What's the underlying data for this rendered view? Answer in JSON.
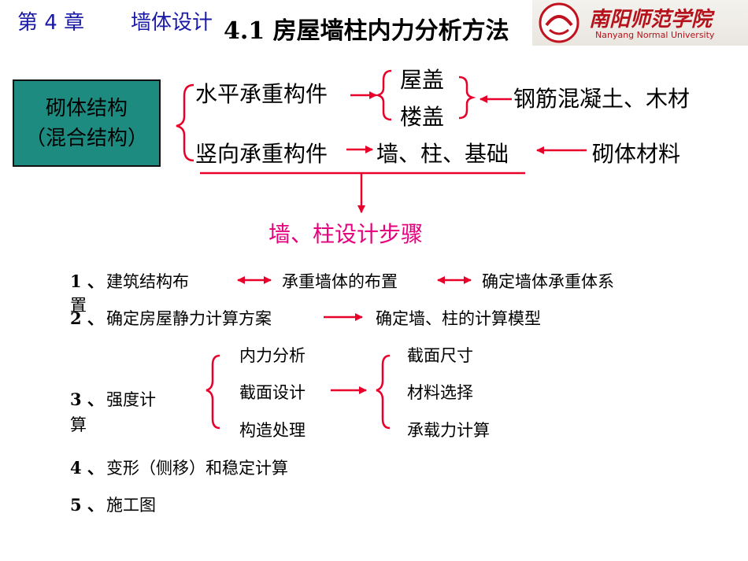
{
  "header": {
    "chapter": "第 4 章",
    "chapter_title": "墙体设计",
    "section_title": "4.1  房屋墙柱内力分析方法",
    "logo_text": "南阳师范学院",
    "logo_subtext": "Nanyang Normal University"
  },
  "diagram": {
    "box_line1": "砌体结构",
    "box_line2": "（混合结构）",
    "horizontal": "水平承重构件",
    "vertical": "竖向承重构件",
    "roof": "屋盖",
    "floor": "楼盖",
    "rc_wood": "钢筋混凝土、木材",
    "wall_col_found": "墙、柱、基础",
    "masonry_material": "砌体材料",
    "steps_title": "墙、柱设计步骤"
  },
  "steps": {
    "s1_num": "1 、",
    "s1_a": "建筑结构布",
    "s1_wrap": "置",
    "s1_b": "承重墙体的布置",
    "s1_c": "确定墙体承重体系",
    "s2_num": "2 、",
    "s2_a": "确定房屋静力计算方案",
    "s2_b": "确定墙、柱的计算模型",
    "s3_num": "3 、",
    "s3_a": "强度计",
    "s3_wrap": "算",
    "s3_g1": "内力分析",
    "s3_g2": "截面设计",
    "s3_g3": "构造处理",
    "s3_h1": "截面尺寸",
    "s3_h2": "材料选择",
    "s3_h3": "承载力计算",
    "s4_num": "4 、",
    "s4": "变形（侧移）和稳定计算",
    "s5_num": "5 、",
    "s5": "施工图"
  },
  "colors": {
    "title_blue": "#1a1aa6",
    "arrow_red": "#e8002a",
    "steps_magenta": "#e6007e",
    "box_teal": "#1e8b80"
  }
}
